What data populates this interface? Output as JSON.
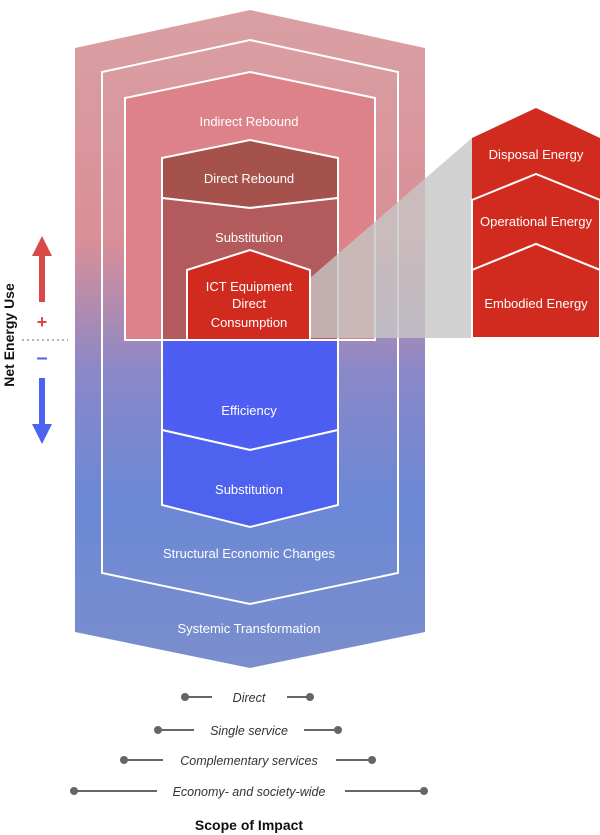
{
  "diagram": {
    "net_energy_axis": {
      "title": "Net Energy Use",
      "plus": "+",
      "minus": "–"
    },
    "layers": {
      "systemic": "Systemic Transformation",
      "structural": "Structural Economic Changes",
      "indirect_rebound": "Indirect Rebound",
      "direct_rebound": "Direct Rebound",
      "substitution_upper": "Substitution",
      "efficiency": "Efficiency",
      "substitution_lower": "Substitution",
      "ict_line1": "ICT Equipment",
      "ict_line2": "Direct",
      "ict_line3": "Consumption"
    },
    "lifecycle": {
      "disposal": "Disposal Energy",
      "operational": "Operational Energy",
      "embodied": "Embodied Energy"
    },
    "scope": {
      "title": "Scope of Impact",
      "levels": [
        "Direct",
        "Single service",
        "Complementary services",
        "Economy- and society-wide"
      ]
    },
    "colors": {
      "positive": "#d9494a",
      "negative": "#4c63f0",
      "ict_red": "#d12b1f",
      "outer_top": "#d6a2a6",
      "outer_bottom": "#7b8fcb"
    }
  }
}
